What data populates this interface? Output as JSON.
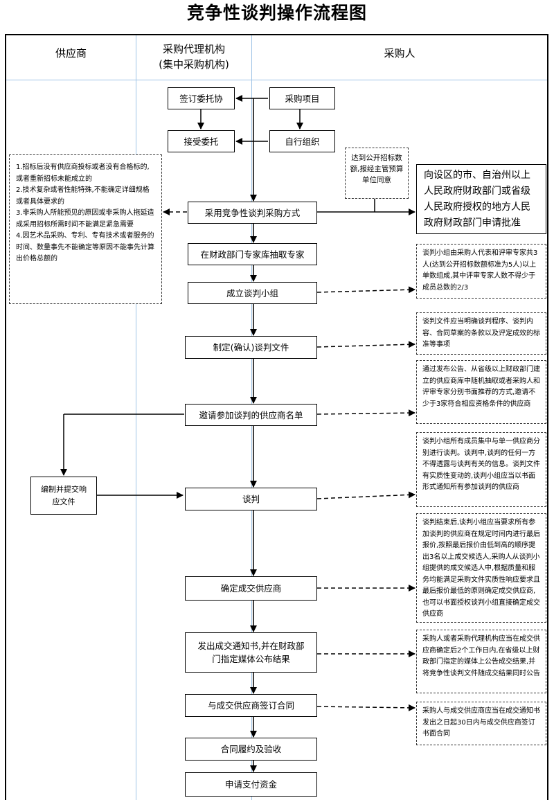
{
  "title": "竞争性谈判操作流程图",
  "lanes": {
    "supplier": "供应商",
    "agency_line1": "采购代理机构",
    "agency_line2": "(集中采购机构)",
    "purchaser": "采购人"
  },
  "boxes": {
    "sign_entrust": "签订委托协",
    "purchase_project": "采购项目",
    "accept_entrust": "接受委托",
    "self_organize": "自行组织",
    "adopt_method": "采用竞争性谈判采购方式",
    "extract_experts": "在财政部门专家库抽取专家",
    "form_group": "成立谈判小组",
    "make_documents": "制定(确认)谈判文件",
    "invite_suppliers": "邀请参加谈判的供应商名单",
    "negotiate": "谈判",
    "determine_supplier": "确定成交供应商",
    "issue_notice": "发出成交通知书,并在财政部门指定媒体公布结果",
    "sign_contract": "与成交供应商签订合同",
    "perform_accept": "合同履约及验收",
    "apply_payment": "申请支付资金",
    "submit_response": "编制并提交响应文件",
    "apply_approval": "向设区的市、自治州以上人民政府财政部门或省级人民政府授权的地方人民政府财政部门申请批准"
  },
  "notes": {
    "public_threshold": "达到公开招标数额,报经主管预算单位同意",
    "conditions": [
      "1.招标后没有供应商投标或者没有合格标的,或者重新招标未能成立的",
      "2.技术复杂或者性能特殊,不能确定详细规格或者具体要求的",
      "3.非采购人所能预见的原因或非采购人拖延造成采用招标所需时间不能满足紧急需要",
      "4.因艺术品采购、专利、专有技术或者服务的时间、数量事先不能确定等原因不能事先计算出价格总额的"
    ],
    "group_composition": "谈判小组由采购人代表和评审专家共3人(达到公开招标数额标准为5人)以上单数组成,其中评审专家人数不得少于成员总数的2/3",
    "document_content": "谈判文件应当明确谈判程序、谈判内容、合同草案的条款以及评定成效的标准等事项",
    "invite_method": "通过发布公告、从省级以上财政部门建立的供应商库中随机抽取或者采购人和评审专家分别书面推荐的方式,邀请不少于3家符合相应资格条件的供应商",
    "negotiation_rules": "谈判小组所有成员集中与单一供应商分别进行谈判。谈判中,谈判的任何一方不得透露与谈判有关的信息。谈判文件有实质性变动的,谈判小组应当以书面形式通知所有参加谈判的供应商",
    "determine_rules": "谈判结束后,谈判小组应当要求所有参加谈判的供应商在规定时间内进行最后报价,按照最后报价由低到高的顺序提出3名以上成交候选人,采购人从谈判小组提供的成交候选人中,根据质量和服务均能满足采购文件实质性响应要求且最后报价最低的原则确定成交供应商,也可以书面授权谈判小组直接确定成交供应商",
    "announce_rules": "采购人或者采购代理机构应当在成交供应商确定后2个工作日内,在省级以上财政部门指定的媒体上公告成交结果,并将竞争性谈判文件随成交结果同时公告",
    "contract_rules": "采购人与成交供应商应当在成交通知书发出之日起30日内与成交供应商签订书面合同"
  }
}
